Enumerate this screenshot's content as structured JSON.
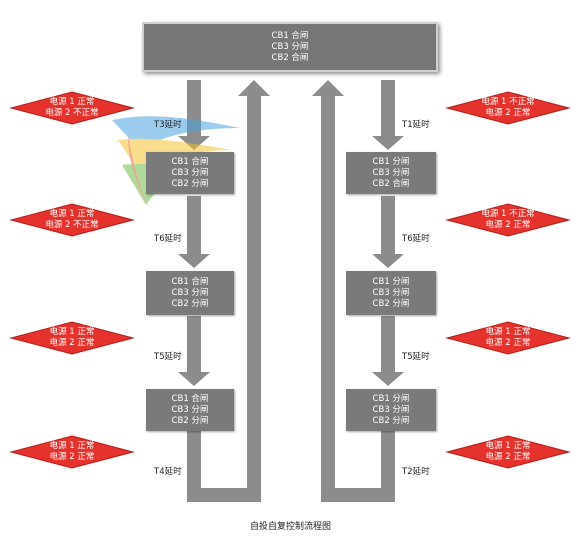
{
  "top_box": {
    "lines": [
      "CB1 合闸",
      "CB3 分闸",
      "CB2 合闸"
    ]
  },
  "left_column": {
    "boxes": [
      {
        "lines": [
          "CB1 合闸",
          "CB3 分闸",
          "CB2 分闸"
        ]
      },
      {
        "lines": [
          "CB1 合闸",
          "CB3 分闸",
          "CB2 分闸"
        ]
      },
      {
        "lines": [
          "CB1 合闸",
          "CB3 分闸",
          "CB2 分闸"
        ]
      }
    ],
    "conditions": [
      {
        "lines": [
          "电源 1 正常",
          "电源 2 不正常"
        ]
      },
      {
        "lines": [
          "电源 1 正常",
          "电源 2 不正常"
        ]
      },
      {
        "lines": [
          "电源 1 正常",
          "电源 2 正常"
        ]
      },
      {
        "lines": [
          "电源 1 正常",
          "电源 2 正常"
        ]
      }
    ],
    "delays": [
      "T3延时",
      "T6延时",
      "T5延时",
      "T4延时"
    ]
  },
  "right_column": {
    "boxes": [
      {
        "lines": [
          "CB1 分闸",
          "CB3 分闸",
          "CB2 合闸"
        ]
      },
      {
        "lines": [
          "CB1 分闸",
          "CB3 分闸",
          "CB2 分闸"
        ]
      },
      {
        "lines": [
          "CB1 分闸",
          "CB3 分闸",
          "CB2 分闸"
        ]
      }
    ],
    "conditions": [
      {
        "lines": [
          "电源 1 不正常",
          "电源 2 正常"
        ]
      },
      {
        "lines": [
          "电源 1 不正常",
          "电源 2 正常"
        ]
      },
      {
        "lines": [
          "电源 1 正常",
          "电源 2 正常"
        ]
      },
      {
        "lines": [
          "电源 1 正常",
          "电源 2 正常"
        ]
      }
    ],
    "delays": [
      "T1延时",
      "T6延时",
      "T5延时",
      "T2延时"
    ]
  },
  "caption": "自投自复控制流程图",
  "colors": {
    "box": "#7a7a7a",
    "arrow": "#8c8c8c",
    "diamond": "#e5322d",
    "diamond_edge": "#b3201c",
    "text_light": "#ffffff",
    "text_dark": "#222222"
  }
}
